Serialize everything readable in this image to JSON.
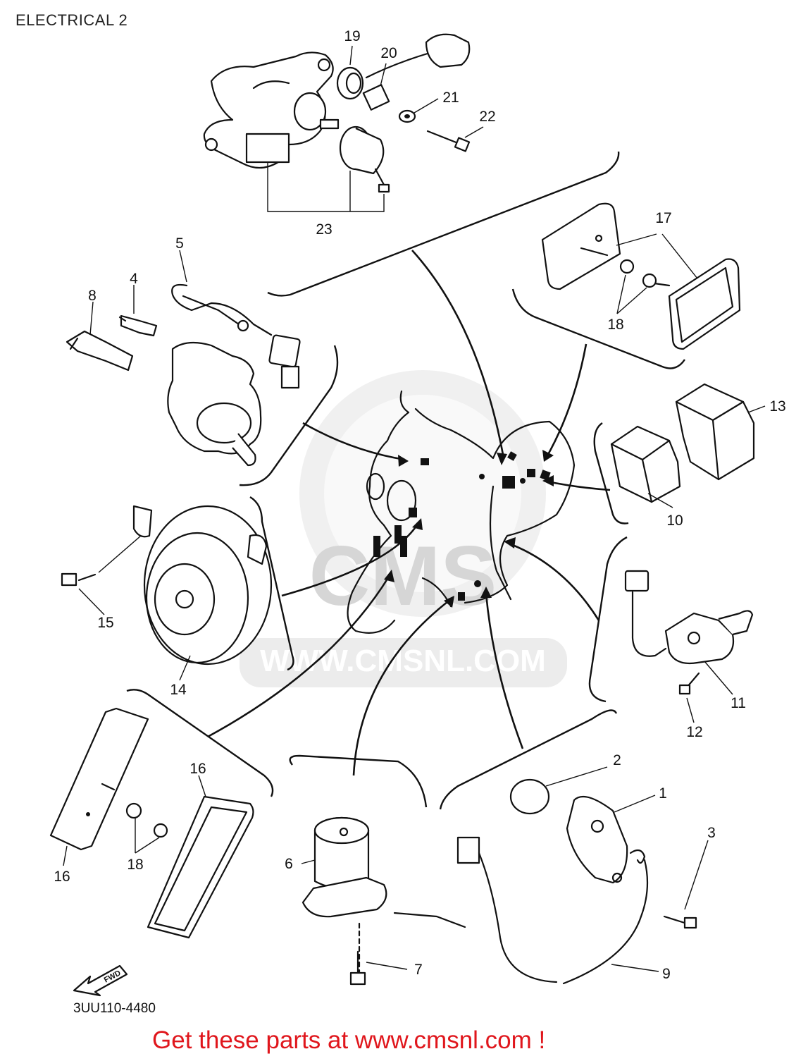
{
  "page": {
    "title": "ELECTRICAL 2",
    "diagram_code": "3UU110-4480",
    "cta": "Get these parts at www.cmsnl.com !",
    "watermark_text": "WWW.CMSNL.COM",
    "watermark_logo": "CMS",
    "fwd_label": "FWD",
    "cta_color": "#e0161c"
  },
  "callouts": {
    "c1": "1",
    "c2": "2",
    "c3": "3",
    "c4": "4",
    "c5": "5",
    "c6": "6",
    "c7": "7",
    "c8": "8",
    "c9": "9",
    "c10": "10",
    "c11": "11",
    "c12": "12",
    "c13": "13",
    "c14": "14",
    "c15": "15",
    "c16a": "16",
    "c16b": "16",
    "c17": "17",
    "c18a": "18",
    "c18b": "18",
    "c19": "19",
    "c20": "20",
    "c21": "21",
    "c22": "22",
    "c23": "23"
  }
}
